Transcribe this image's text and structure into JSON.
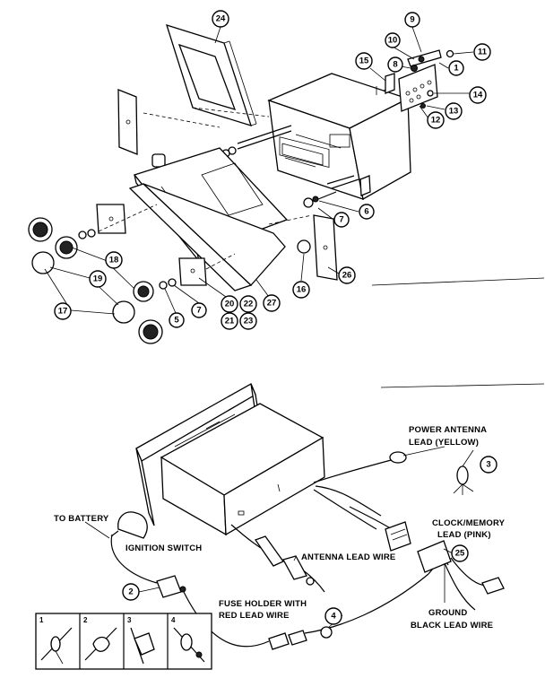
{
  "callouts": {
    "c24": "24",
    "c9": "9",
    "c10": "10",
    "c8": "8",
    "c11": "11",
    "c1": "1",
    "c15": "15",
    "c14": "14",
    "c13": "13",
    "c12": "12",
    "c6a": "6",
    "c7a": "7",
    "c26": "26",
    "c16": "16",
    "c18": "18",
    "c19": "19",
    "c17": "17",
    "c5": "5",
    "c7b": "7",
    "c20": "20",
    "c21": "21",
    "c22": "22",
    "c23": "23",
    "c27": "27",
    "c3": "3",
    "c2": "2",
    "c25": "25",
    "c4": "4"
  },
  "labels": {
    "power_antenna_1": "POWER ANTENNA",
    "power_antenna_2": "LEAD (YELLOW)",
    "to_battery": "TO BATTERY",
    "ignition_switch": "IGNITION SWITCH",
    "antenna_lead": "ANTENNA LEAD WIRE",
    "clock_memory_1": "CLOCK/MEMORY",
    "clock_memory_2": "LEAD (PINK)",
    "fuse_holder_1": "FUSE HOLDER WITH",
    "fuse_holder_2": "RED LEAD WIRE",
    "ground_1": "GROUND",
    "ground_2": "BLACK LEAD WIRE"
  },
  "steps": {
    "s1": "1",
    "s2": "2",
    "s3": "3",
    "s4": "4"
  }
}
